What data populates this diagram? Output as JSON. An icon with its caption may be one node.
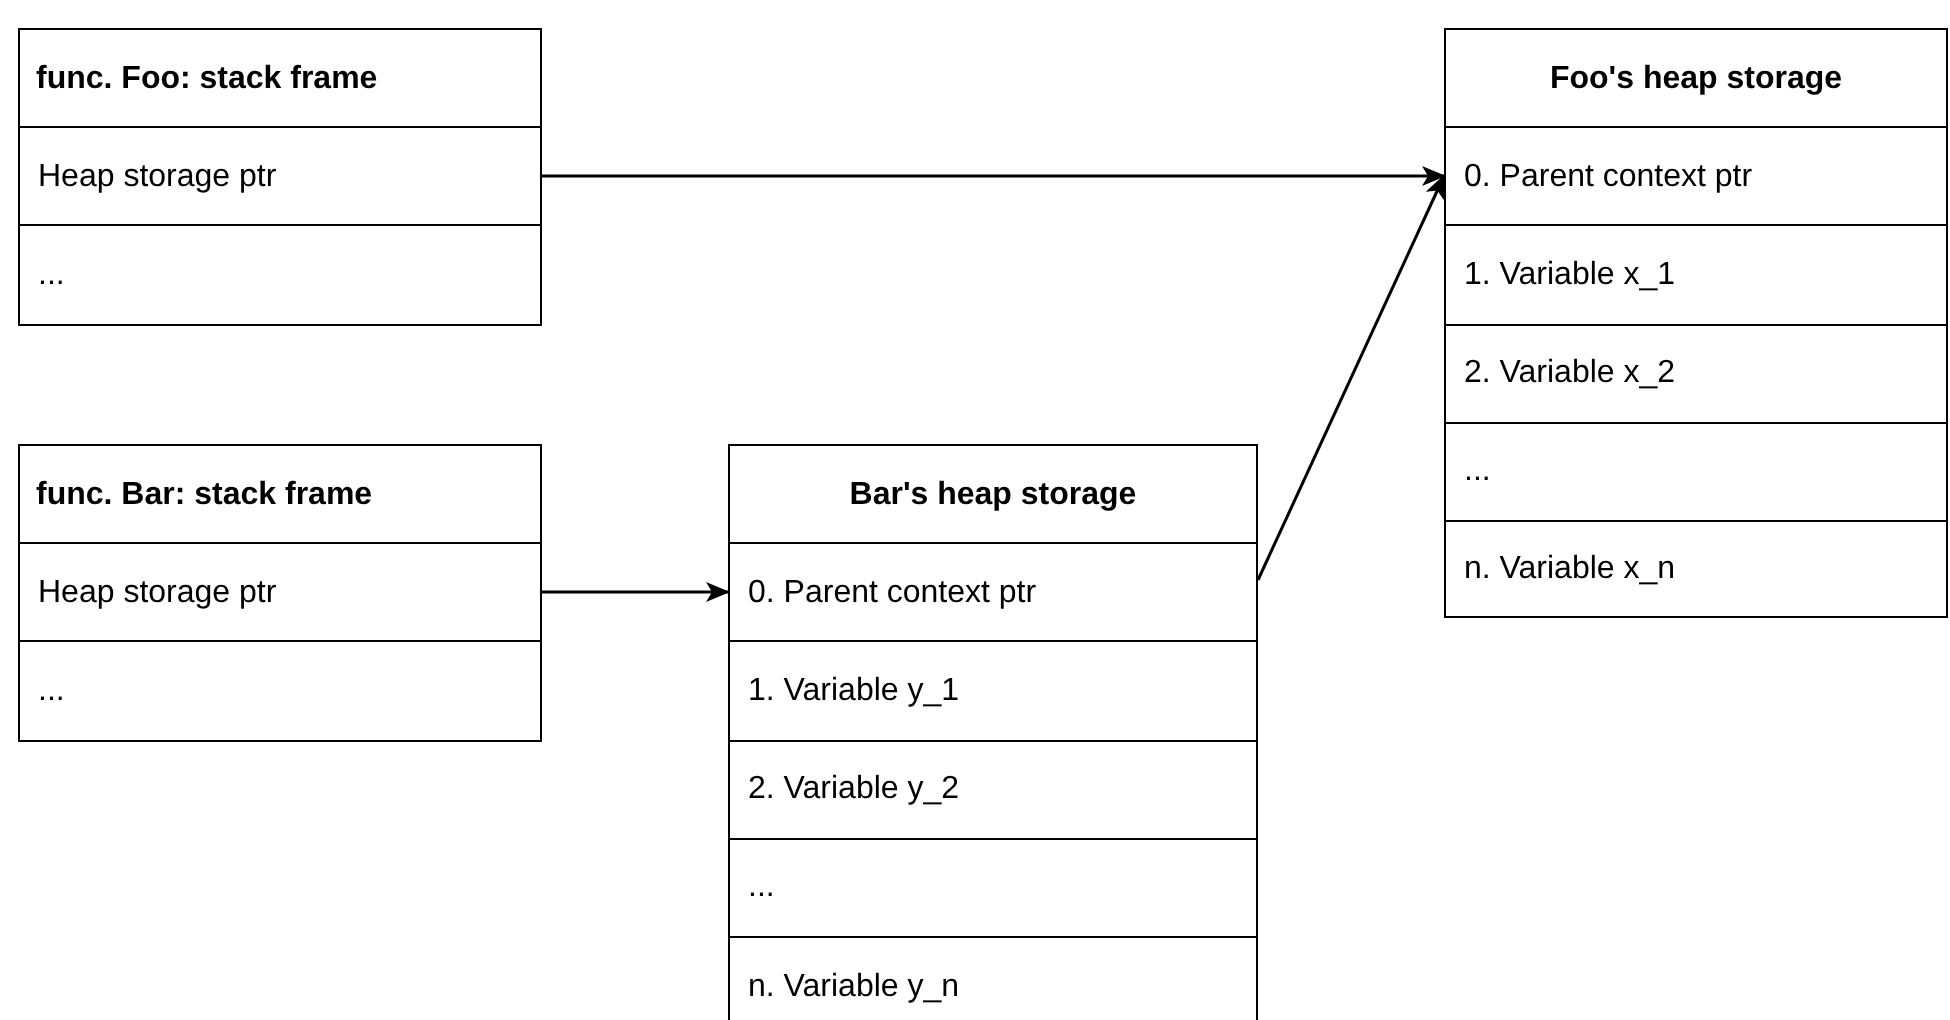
{
  "diagram": {
    "nodes": [
      {
        "text": [
          "func. Foo: stack frame"
        ]
      },
      {
        "text": [
          "Heap storage ptr"
        ],
        "in": 0
      },
      {
        "text": [
          "..."
        ],
        "in": 0
      },
      {
        "text": [
          "Foo's heap storage"
        ]
      },
      {
        "text": [
          "0. Parent context ptr"
        ],
        "in": 3
      },
      {
        "text": [
          "1. Variable x_1"
        ],
        "in": 3
      },
      {
        "text": [
          "2. Variable x_2"
        ],
        "in": 3
      },
      {
        "text": [
          "..."
        ],
        "in": 3
      },
      {
        "text": [
          "n. Variable x_n"
        ],
        "in": 3
      },
      {
        "text": [
          "func. Bar: stack frame"
        ]
      },
      {
        "text": [
          "Heap storage ptr"
        ],
        "in": 9
      },
      {
        "text": [
          "..."
        ],
        "in": 9
      },
      {
        "text": [
          "Bar's heap storage"
        ]
      },
      {
        "text": [
          "0. Parent context ptr"
        ],
        "in": 12
      },
      {
        "text": [
          "1. Variable y_1"
        ],
        "in": 12
      },
      {
        "text": [
          "2. Variable y_2"
        ],
        "in": 12
      },
      {
        "text": [
          "..."
        ],
        "in": 12
      },
      {
        "text": [
          "n. Variable y_n"
        ],
        "in": 12
      }
    ],
    "edges": [
      {
        "from": 1,
        "to": 4,
        "arrow": "to"
      },
      {
        "from": 10,
        "to": 13,
        "arrow": "to"
      },
      {
        "from": 13,
        "to": 4,
        "arrow": "to"
      }
    ]
  }
}
